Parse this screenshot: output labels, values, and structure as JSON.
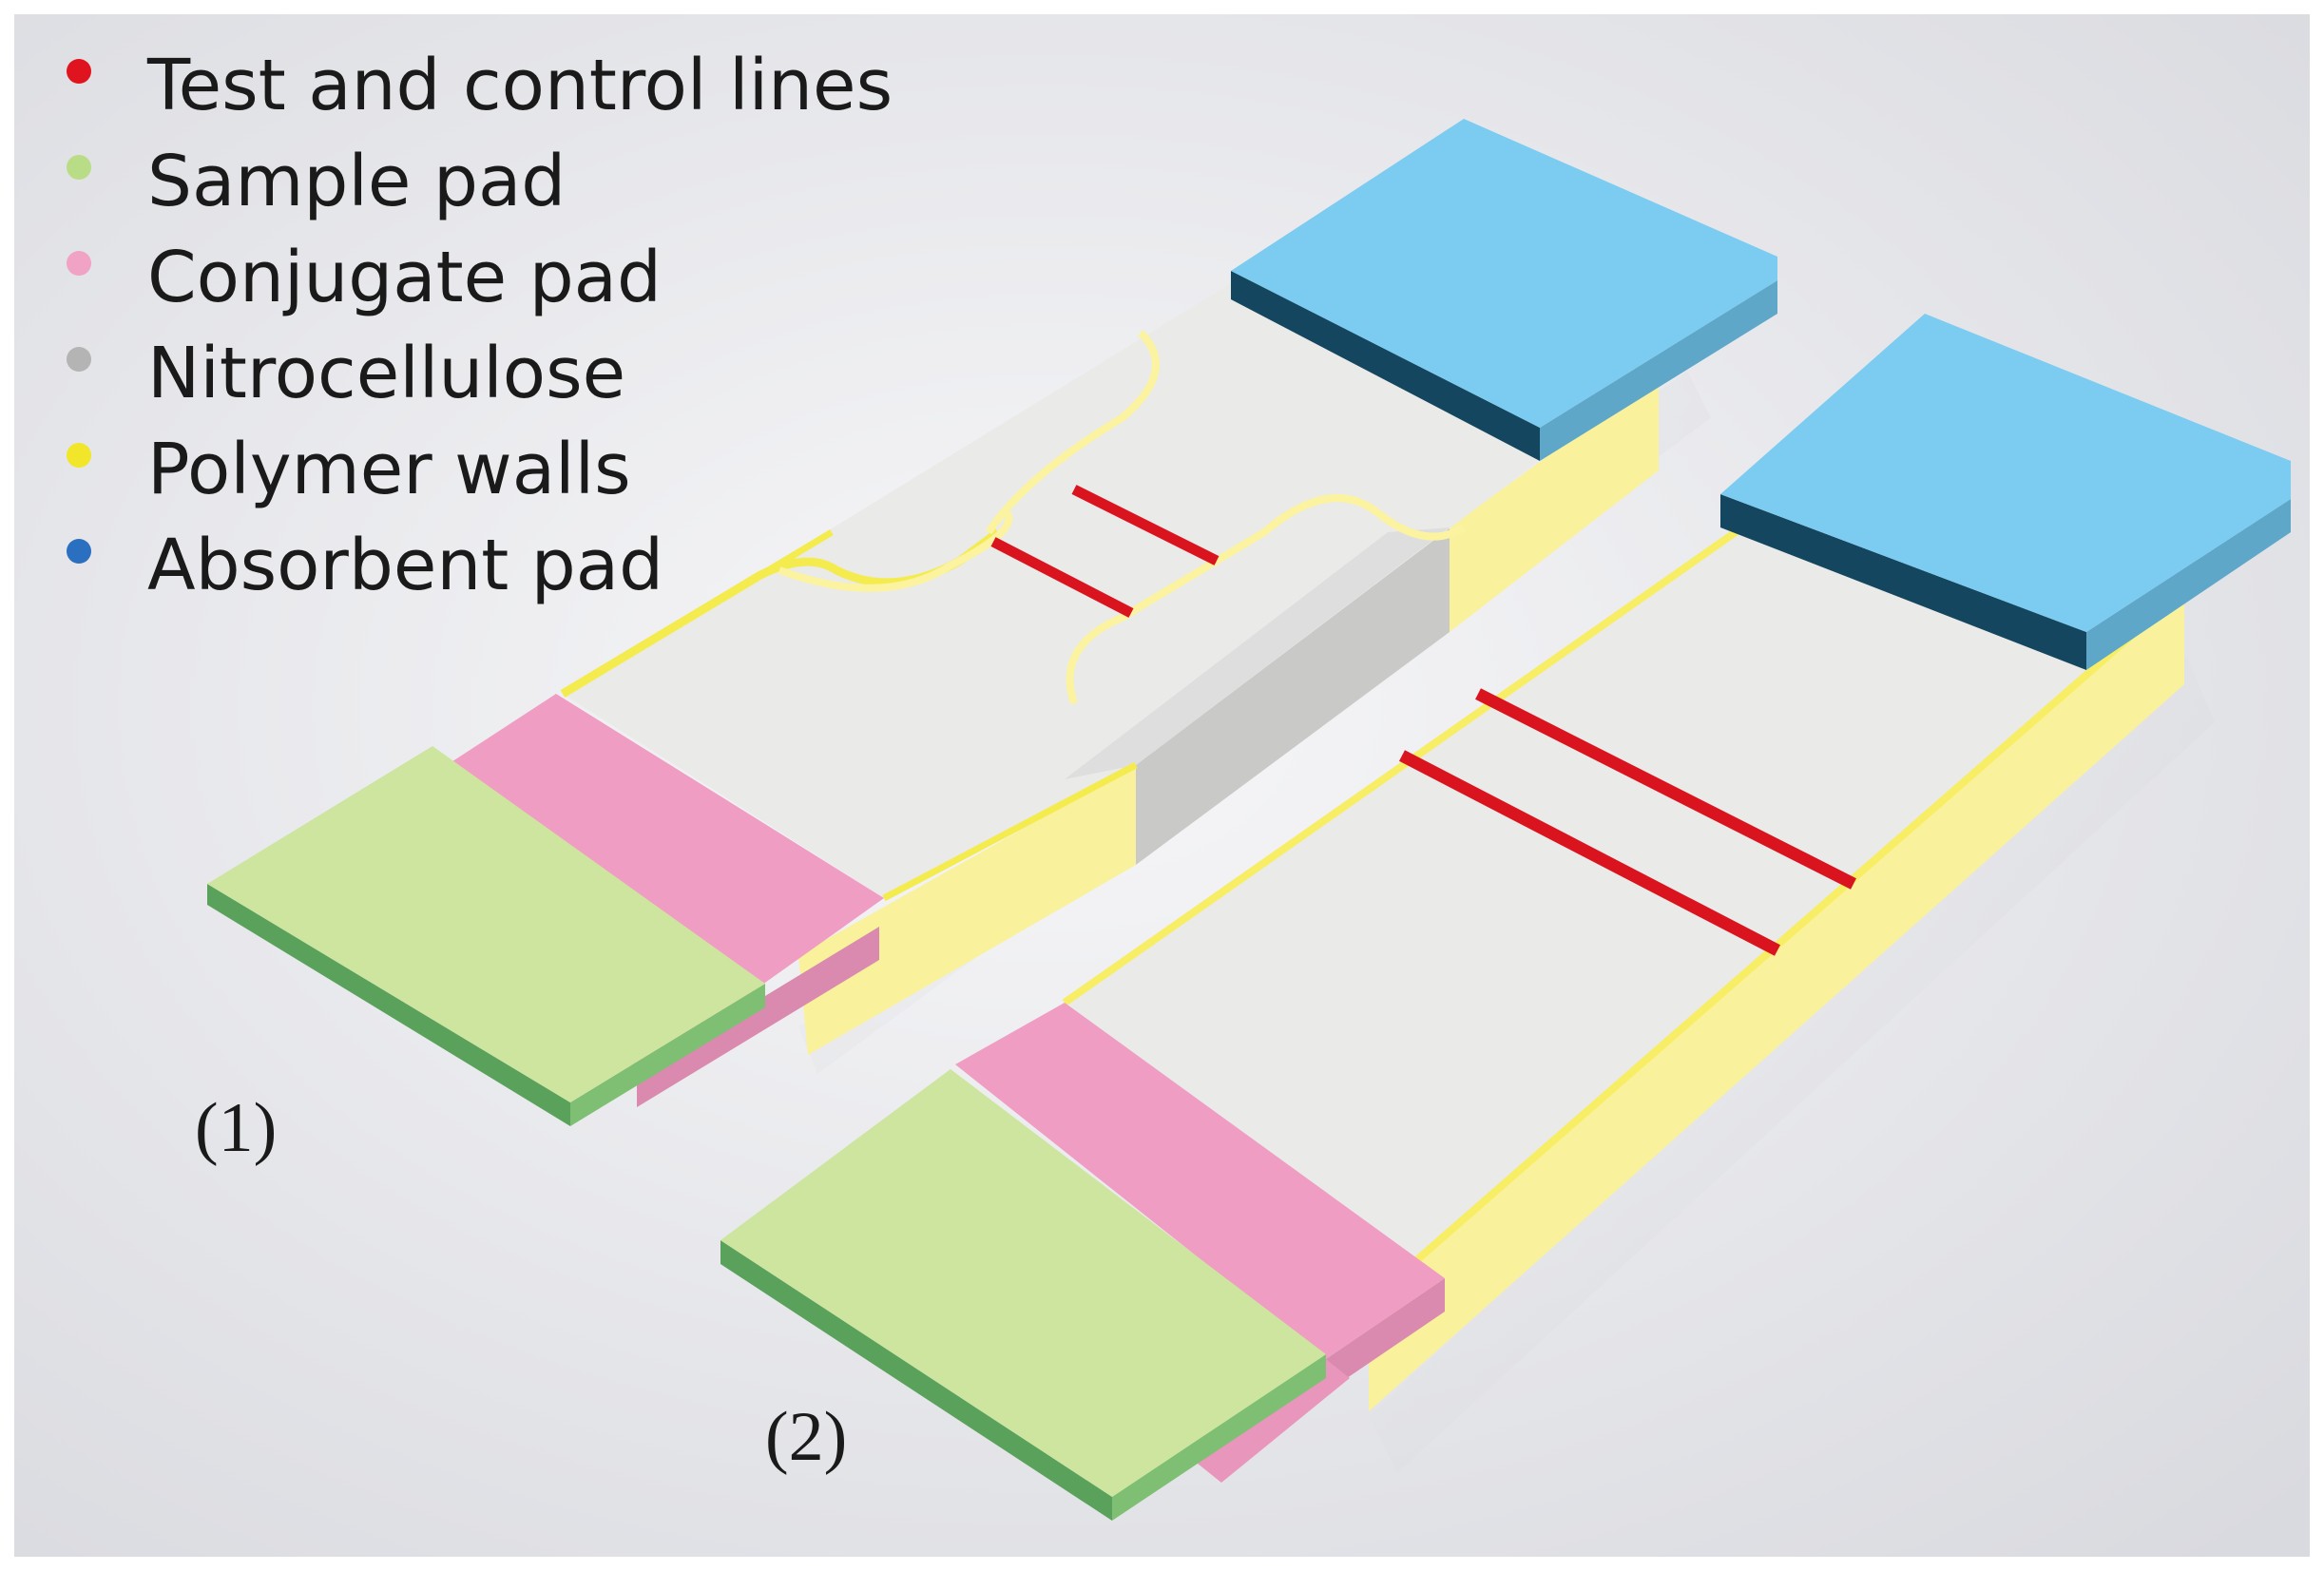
{
  "legend": {
    "items": [
      {
        "label": "Test and control lines",
        "color": "#e0141e"
      },
      {
        "label": "Sample pad",
        "color": "#b9dd86"
      },
      {
        "label": "Conjugate pad",
        "color": "#f0a3c4"
      },
      {
        "label": "Nitrocellulose",
        "color": "#b4b4b4"
      },
      {
        "label": "Polymer walls",
        "color": "#f2e62a"
      },
      {
        "label": "Absorbent pad",
        "color": "#2a6fc0"
      }
    ]
  },
  "strips": [
    {
      "label": "(1)",
      "kind": "with polymer walls"
    },
    {
      "label": "(2)",
      "kind": "standard"
    }
  ],
  "colors": {
    "sample_top": "#cde59e",
    "sample_side": "#5aa25c",
    "conjugate_top": "#f09dc4",
    "conjugate_side": "#d987ad",
    "nitro_top": "#e9e9e7",
    "nitro_side": "#c8c8c6",
    "wall_side": "#faf29c",
    "wall_line": "#f5ec5a",
    "absorbent_top": "#7fcbf0",
    "absorbent_side": "#124a63",
    "line_red": "#d9141f",
    "background": "#e9eaee"
  }
}
